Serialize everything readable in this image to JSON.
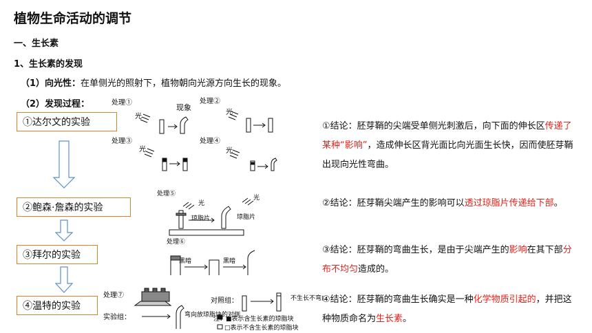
{
  "title": "植物生命活动的调节",
  "section1": "一、生长素",
  "section1_1": "1、生长素的发现",
  "item1": {
    "label": "（1）向光性：",
    "text": "在单侧光的照射下，植物朝向光源方向生长的现象。"
  },
  "item2": {
    "label": "（2）发现过程："
  },
  "experiments": [
    "①达尔文的实验",
    "②鲍森·詹森的实验",
    "③拜尔的实验",
    "④温特的实验"
  ],
  "diagram": {
    "t1": "处理①",
    "t2": "处理②",
    "t3": "处理③",
    "t4": "处理④",
    "t5": "处理⑤",
    "t6": "处理⑥",
    "t7": "处理⑦",
    "phenomenon": "现象",
    "light": "光",
    "agar": "琼脂片",
    "dark": "黑暗",
    "exp_group": "实验组：",
    "ctrl_group": "对照组：",
    "bend_note": "弯向放琼脂块的对侧",
    "no_grow": "不生长不弯曲",
    "note1": "注：■表示含生长素的琼脂块",
    "note2": "□表示不含生长素的琼脂块"
  },
  "conclusions": [
    {
      "segments": [
        {
          "t": "①结论：胚芽鞘的尖端受单侧光刺激后，向下面的伸长区"
        },
        {
          "t": "传递了某种“影响”",
          "red": true
        },
        {
          "t": "，造成伸长区背光面比向光面生长快，因而使胚芽鞘出现向光性弯曲。"
        }
      ]
    },
    {
      "segments": [
        {
          "t": "②结论：胚芽鞘尖端产生的影响可以"
        },
        {
          "t": "透过琼脂片传递给下部",
          "red": true
        },
        {
          "t": "。"
        }
      ]
    },
    {
      "segments": [
        {
          "t": "③结论：胚芽鞘的弯曲生长，是由于尖端产生的"
        },
        {
          "t": "影响",
          "red": true
        },
        {
          "t": "在其下部"
        },
        {
          "t": "分布不均匀",
          "red": true
        },
        {
          "t": "造成的。"
        }
      ]
    },
    {
      "segments": [
        {
          "t": "④结论：胚芽鞘的弯曲生长确实是一种"
        },
        {
          "t": "化学物质引起的",
          "red": true
        },
        {
          "t": "，并把这种物质命名为"
        },
        {
          "t": "生长素",
          "red": true
        },
        {
          "t": "。"
        }
      ]
    }
  ]
}
